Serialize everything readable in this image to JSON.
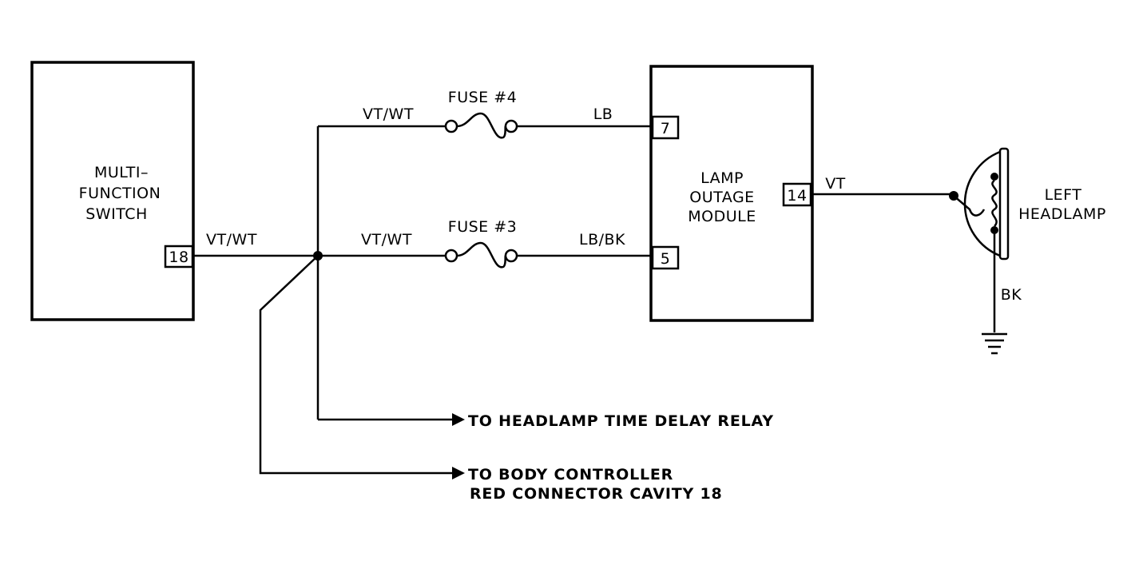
{
  "components": {
    "multi_function_switch": {
      "line1": "MULTI–",
      "line2": "FUNCTION",
      "line3": "SWITCH",
      "pin": "18"
    },
    "lamp_outage_module": {
      "line1": "LAMP",
      "line2": "OUTAGE",
      "line3": "MODULE",
      "pin_7": "7",
      "pin_5": "5",
      "pin_14": "14"
    },
    "left_headlamp": {
      "line1": "LEFT",
      "line2": "HEADLAMP"
    }
  },
  "fuses": {
    "fuse_4": "FUSE #4",
    "fuse_3": "FUSE #3"
  },
  "wires": {
    "switch_out": "VT/WT",
    "upper_branch": "VT/WT",
    "lower_branch": "VT/WT",
    "fuse4_out": "LB",
    "fuse3_out": "LB/BK",
    "module_out": "VT",
    "ground": "BK"
  },
  "destinations": {
    "headlamp_relay": "TO HEADLAMP TIME DELAY RELAY",
    "body_controller_line1": "TO BODY CONTROLLER",
    "body_controller_line2": "RED CONNECTOR CAVITY 18"
  }
}
